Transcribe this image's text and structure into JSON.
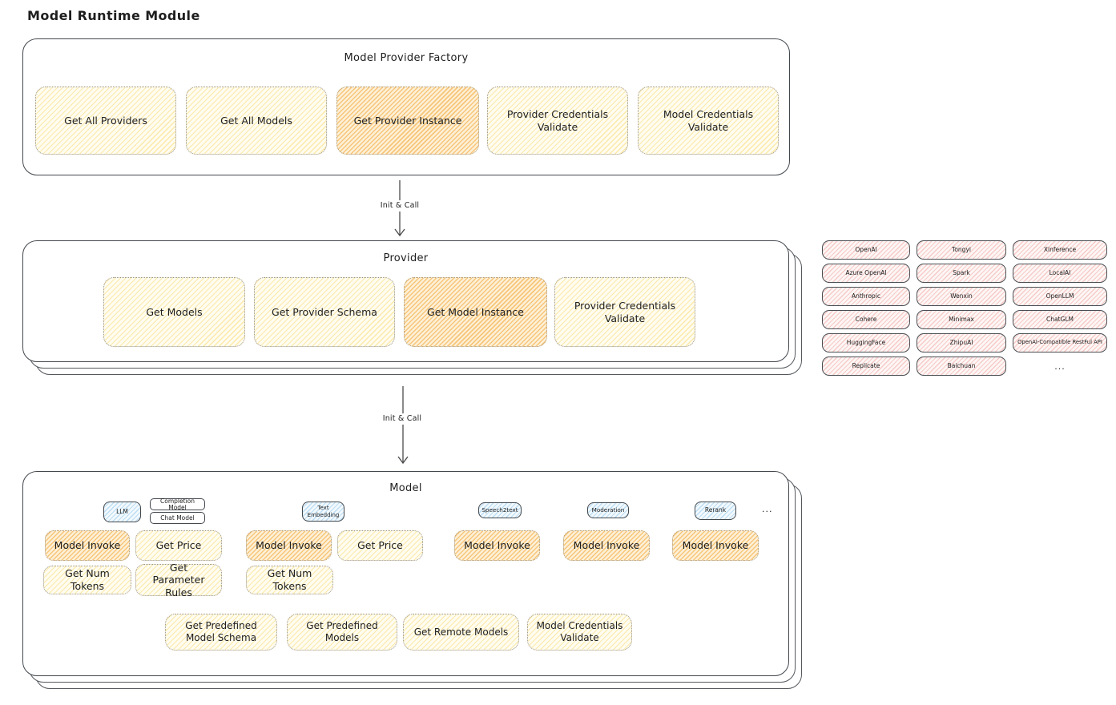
{
  "title": "Model Runtime Module",
  "colors": {
    "yellow_fill": "#ffec99",
    "orange_fill": "#f5b959",
    "pink_fill": "#ffc9c9",
    "blue_fill": "#a5d8ff",
    "stroke": "#43484d"
  },
  "factory": {
    "title": "Model Provider Factory",
    "buttons": [
      "Get All Providers",
      "Get All Models",
      "Get Provider Instance",
      "Provider Credentials Validate",
      "Model Credentials Validate"
    ],
    "highlighted": "Get Provider Instance"
  },
  "arrow1": {
    "label": "Init & Call"
  },
  "provider": {
    "title": "Provider",
    "buttons": [
      "Get Models",
      "Get Provider Schema",
      "Get Model Instance",
      "Provider Credentials Validate"
    ],
    "highlighted": "Get Model Instance"
  },
  "providers_grid": {
    "items": [
      "OpenAI",
      "Tongyi",
      "Xinference",
      "Azure OpenAI",
      "Spark",
      "LocalAI",
      "Anthropic",
      "Wenxin",
      "OpenLLM",
      "Cohere",
      "Minimax",
      "ChatGLM",
      "HuggingFace",
      "ZhipuAI",
      "OpenAI-Compatible RestFul API",
      "Replicate",
      "Baichuan"
    ],
    "more": "..."
  },
  "arrow2": {
    "label": "Init & Call"
  },
  "model": {
    "title": "Model",
    "tabs": {
      "llm": "LLM",
      "completion_model": "Completion Model",
      "chat_model": "Chat Model",
      "text_embedding": "Text Embedding",
      "speech2text": "Speech2text",
      "moderation": "Moderation",
      "rerank": "Rerank",
      "more": "..."
    },
    "llm_ops": [
      "Model Invoke",
      "Get Price",
      "Get Num Tokens",
      "Get Parameter Rules"
    ],
    "text_embedding_ops": [
      "Model Invoke",
      "Get Price",
      "Get Num Tokens"
    ],
    "speech2text_ops": [
      "Model Invoke"
    ],
    "moderation_ops": [
      "Model Invoke"
    ],
    "rerank_ops": [
      "Model Invoke"
    ],
    "common_ops": [
      "Get Predefined Model Schema",
      "Get Predefined Models",
      "Get Remote Models",
      "Model Credentials Validate"
    ]
  }
}
